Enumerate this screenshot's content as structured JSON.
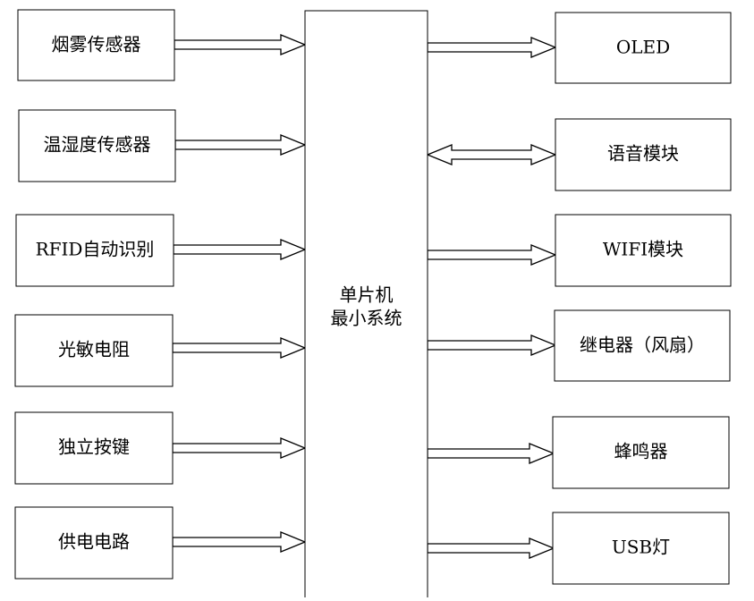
{
  "diagram": {
    "center": {
      "lines": [
        "单片机",
        "最小系统"
      ]
    },
    "inputs": [
      {
        "label": "烟雾传感器"
      },
      {
        "label": "温湿度传感器"
      },
      {
        "label": "RFID自动识别"
      },
      {
        "label": "光敏电阻"
      },
      {
        "label": "独立按键"
      },
      {
        "label": "供电电路"
      }
    ],
    "outputs": [
      {
        "label": "OLED",
        "direction": "out"
      },
      {
        "label": "语音模块",
        "direction": "both"
      },
      {
        "label": "WIFI模块",
        "direction": "out"
      },
      {
        "label": "继电器（风扇）",
        "direction": "out"
      },
      {
        "label": "蜂鸣器",
        "direction": "out"
      },
      {
        "label": "USB灯",
        "direction": "out"
      }
    ]
  }
}
